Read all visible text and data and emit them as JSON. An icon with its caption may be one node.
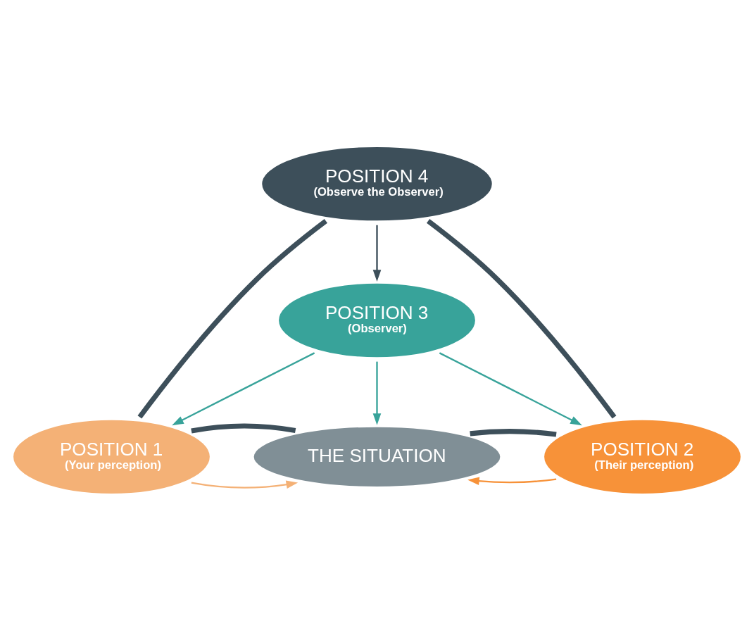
{
  "diagram": {
    "nodes": [
      {
        "text": [
          "POSITION 4",
          "(Observe the Observer)"
        ]
      },
      {
        "text": [
          "POSITION 3",
          "(Observer)"
        ]
      },
      {
        "text": [
          "POSITION 1",
          "(Your perception)"
        ]
      },
      {
        "text": [
          "THE SITUATION"
        ]
      },
      {
        "text": [
          "POSITION 2",
          "(Their perception)"
        ]
      }
    ],
    "edges": [
      {
        "from": 0,
        "to": 1,
        "arrow": "to"
      },
      {
        "from": 1,
        "to": 2,
        "arrow": "to",
        "color": "#38a39a"
      },
      {
        "from": 1,
        "to": 3,
        "arrow": "to",
        "color": "#38a39a"
      },
      {
        "from": 1,
        "to": 4,
        "arrow": "to",
        "color": "#38a39a"
      },
      {
        "from": 2,
        "to": 3,
        "arrow": "to",
        "color": "#f4b176"
      },
      {
        "from": 4,
        "to": 3,
        "arrow": "to",
        "color": "#f79239"
      },
      {
        "from": 0,
        "to": 2,
        "arrow": "none",
        "style": "thick"
      },
      {
        "from": 0,
        "to": 4,
        "arrow": "none",
        "style": "thick"
      },
      {
        "from": 2,
        "to": 3,
        "arrow": "none",
        "style": "thick"
      },
      {
        "from": 3,
        "to": 4,
        "arrow": "none",
        "style": "thick"
      }
    ]
  }
}
